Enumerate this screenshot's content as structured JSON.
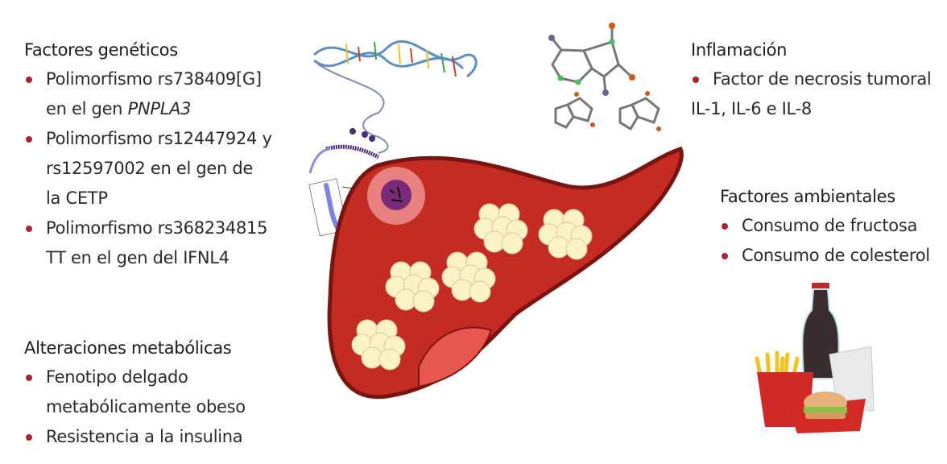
{
  "genetic": {
    "title": "Factores genéticos",
    "items": [
      {
        "line1": "Polimorfismo rs738409[G]",
        "line2_prefix": "en el gen ",
        "line2_italic": "PNPLA3"
      },
      {
        "line1": "Polimorfismo rs12447924 y",
        "line2": "rs12597002 en el gen de",
        "line3": "la CETP"
      },
      {
        "line1": "Polimorfismo rs368234815",
        "line2": "TT en el gen del IFNL4"
      }
    ]
  },
  "metabolic": {
    "title": "Alteraciones metabólicas",
    "items": [
      {
        "line1": "Fenotipo delgado",
        "line2": "metabólicamente obeso"
      },
      {
        "line1": "Resistencia a la insulina"
      }
    ]
  },
  "inflammation": {
    "title": "Inflamación",
    "items": [
      {
        "line1": "Factor de necrosis tumoral",
        "line2": "IL-1, IL-6 e IL-8"
      }
    ]
  },
  "environmental": {
    "title": "Factores ambientales",
    "items": [
      {
        "line1": "Consumo de fructosa"
      },
      {
        "line1": "Consumo de colesterol"
      }
    ]
  },
  "colors": {
    "bullet": "#b0222f",
    "liver": "#c42b22",
    "liver_outline": "#7a1410",
    "fat": "#fbf3c5"
  }
}
